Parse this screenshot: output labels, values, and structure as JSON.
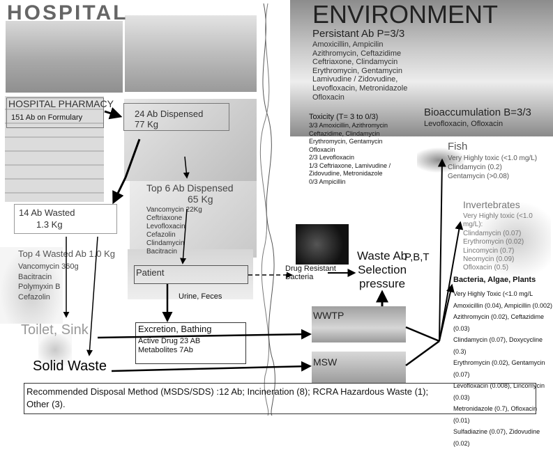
{
  "hospital": {
    "title": "HOSPITAL",
    "pharmacy_title": "HOSPITAL PHARMACY",
    "pharmacy_sub": "151 Ab on Formulary",
    "dispensed_title": "24 Ab Dispensed",
    "dispensed_kg": "77 Kg",
    "wasted_title": "14 Ab Wasted",
    "wasted_kg": "1.3 Kg",
    "top6_title": "Top 6 Ab Dispensed",
    "top6_kg": "65 Kg",
    "top6_items": [
      "Vancomycin 22Kg",
      "Ceftriaxone",
      "Levofloxacin",
      "Cefazolin",
      "Clindamycin",
      "Bacitracin"
    ],
    "top4_title": "Top 4 Wasted Ab 1.0 Kg",
    "top4_items": [
      "Vancomycin 360g",
      "Bacitracin",
      "Polymyxin B",
      "Cefazolin"
    ],
    "patient": "Patient",
    "urine": "Urine, Feces",
    "toilet": "Toilet, Sink",
    "solid_waste": "Solid Waste",
    "excretion_title": "Excretion, Bathing",
    "excretion_line1": "Active Drug 23 AB",
    "excretion_line2": "Metabolites 7Ab"
  },
  "environment": {
    "title": "ENVIRONMENT",
    "persistent_title": "Persistant Ab P=3/3",
    "persistent_lines": [
      "Amoxicillin, Ampicilin",
      "Azithromycin, Ceftazidime",
      "Ceftriaxone, Clindamycin",
      "Erythromycin, Gentamycin",
      "Lamivudine / Zidovudine,",
      "Levofloxacin, Metronidazole",
      "Ofloxacin"
    ],
    "toxicity_title": "Toxicity (T= 3 to 0/3)",
    "toxicity_lines": [
      "3/3 Amoxicillin, Azithromycin",
      "Ceftazidime, Clindamycin",
      "Erythromycin, Gentamycin",
      "Ofloxacin",
      "2/3 Levofloxacin",
      "1/3 Ceftriaxone, Lamivudine /",
      "Zidovudine, Metronidazole",
      "0/3 Ampicillin"
    ],
    "bioacc_title": "Bioaccumulation B=3/3",
    "bioacc_sub": "Levofloxacin, Ofloxacin",
    "drug_resistant": [
      "Drug Resistant",
      "Bacteria"
    ],
    "waste_ab": [
      "Waste Ab",
      "Selection",
      "pressure"
    ],
    "wwtp": "WWTP",
    "msw": "MSW",
    "pbt": "P,B,T",
    "fish_title": "Fish",
    "fish_lines": [
      "Very Highly toxic (<1.0 mg/L)",
      "Clindamycin (0.2)",
      "Gentamycin (>0.08)"
    ],
    "invert_title": "Invertebrates",
    "invert_lines": [
      "Very Highly toxic (<1.0 mg/L):",
      "Clindamycin (0.07)",
      "Erythromycin (0.02)",
      "Lincomycin (0.7)",
      "Neomycin (0.09)",
      "Ofloxacin (0.5)"
    ],
    "bacteria_title": "Bacteria, Algae, Plants",
    "bacteria_lines": [
      "Very Highly Toxic (<1.0 mg/L",
      "Amoxicillin (0.04), Ampicillin (0.002)",
      "Azithromycin (0.02), Ceftazidime (0.03)",
      "Clindamycin (0.07), Doxycycline (0.3)",
      "Erythromycin (0.02), Gentamycin (0.07)",
      "Levofloxacin (0.008), Lincomycin (0.03)",
      "Metronidazole (0.7), Ofloxacin (0.01)",
      "Sulfadiazine (0.07), Zidovudine (0.02)"
    ]
  },
  "footer": {
    "line1": "Recommended Disposal Method (MSDS/SDS) :12 Ab; Incineration (8); RCRA Hazardous Waste (1);",
    "line2": "Other (3)."
  }
}
